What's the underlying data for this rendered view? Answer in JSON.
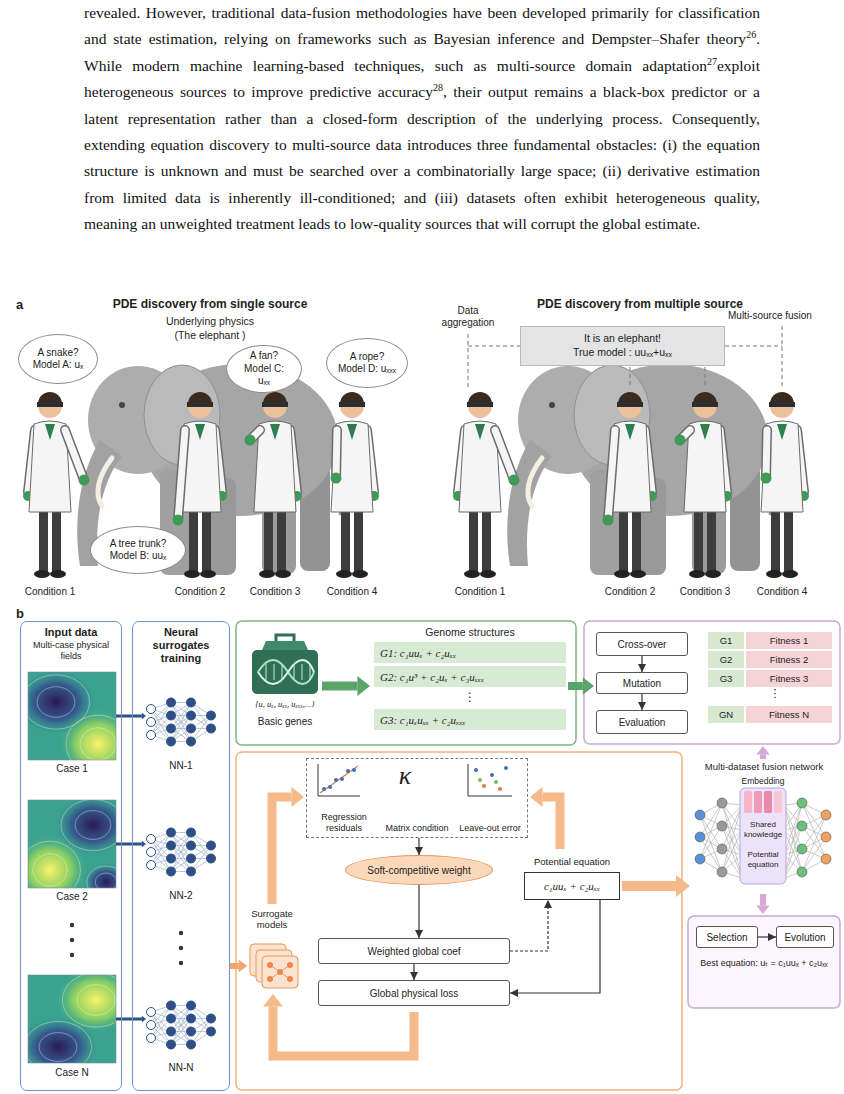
{
  "diagram": {
    "nodes": [
      {
        "text": [
          "A snake?",
          "Model A: uₓ"
        ]
      },
      {
        "text": [
          "A fan?",
          "Model C: uₓₓ"
        ]
      },
      {
        "text": [
          "A rope?",
          "Model D: uₓₓₓ"
        ]
      },
      {
        "text": [
          "A tree trunk?",
          "Model B: uuₓ"
        ]
      },
      {
        "text": [
          "It is an elephant!",
          "True model : uuₓₓ+uₓₓ"
        ]
      },
      {
        "text": [
          "Input data",
          "Multi-case physical fields"
        ]
      },
      {
        "text": [
          "Neural surrogates training"
        ]
      },
      {
        "text": [
          "G1: c₁uuₓ + c₂uₓₓ"
        ]
      },
      {
        "text": [
          "G2: c₁u³ + c₂uₓ + c₃uₓₓₓ"
        ]
      },
      {
        "text": [
          "G3: c₁uₓuₓₓ + c₂uₓₓₓ"
        ]
      },
      {
        "text": [
          "Cross-over"
        ]
      },
      {
        "text": [
          "Mutation"
        ]
      },
      {
        "text": [
          "Evaluation"
        ]
      },
      {
        "text": [
          "Regression residuals",
          "Matrix condition",
          "Leave-out error"
        ]
      },
      {
        "text": [
          "Soft-competitive weight"
        ]
      },
      {
        "text": [
          "c₁uuₓ + c₂uₓₓ"
        ]
      },
      {
        "text": [
          "Weighted global coef"
        ]
      },
      {
        "text": [
          "Global physical loss"
        ]
      },
      {
        "text": [
          "Selection"
        ]
      },
      {
        "text": [
          "Evolution"
        ]
      }
    ],
    "edges": [
      {
        "from": 10,
        "to": 11,
        "arrow": "to"
      },
      {
        "from": 11,
        "to": 12,
        "arrow": "to"
      },
      {
        "from": 13,
        "to": 14,
        "arrow": "to"
      },
      {
        "from": 14,
        "to": 16,
        "arrow": "to"
      },
      {
        "from": 16,
        "to": 17,
        "arrow": "to"
      },
      {
        "from": 16,
        "to": 15,
        "arrow": "to"
      },
      {
        "from": 15,
        "to": 17,
        "arrow": "to"
      },
      {
        "from": 18,
        "to": 19,
        "arrow": "to"
      }
    ],
    "labels": [
      "revealed. However, traditional data-fusion methodologies have been developed primarily for classification and state estimation, relying on frameworks such as Bayesian inference and Dempster–Shafer theory",
      "26",
      ". While modern machine learning-based techniques, such as multi-source domain adaptation",
      "27",
      "exploit heterogeneous sources to improve predictive accuracy",
      "28",
      ", their output remains a black-box predictor or a latent representation rather than a closed-form description of the underlying process. Consequently, extending equation discovery to multi-source data introduces three fundamental obstacles: (i) the equation structure is unknown and must be searched over a combinatorially large space; (ii) derivative estimation from limited data is inherently ill-conditioned; and (iii) datasets often exhibit heterogeneous quality, meaning an unweighted treatment leads to low-quality sources that will corrupt the global estimate.",
      "a",
      "PDE discovery from single source",
      "PDE discovery from multiple source",
      "Underlying physics",
      "(The elephant )",
      "Data aggregation",
      "Multi-source fusion",
      "Condition 1",
      "Condition 2",
      "Condition 3",
      "Condition 4",
      "Condition 1",
      "Condition 2",
      "Condition 3",
      "Condition 4",
      "b",
      "Case 1",
      "Case 2",
      "Case N",
      "NN-1",
      "NN-2",
      "NN-N",
      "{u, uₓ, uₓₓ, uₓₓₓ,...}",
      "Basic genes",
      "Genome structures",
      "⋮",
      "G1",
      "Fitness 1",
      "G2",
      "Fitness 2",
      "G3",
      "Fitness 3",
      "⋮",
      "GN",
      "Fitness N",
      "Multi-dataset fusion network",
      "Embedding",
      "Shared knowledge",
      "Potential equation",
      "κ",
      "Surrogate models",
      "Potential equation",
      "Best equation: uₜ = c₁uuₓ + c₂uₓₓ"
    ]
  }
}
